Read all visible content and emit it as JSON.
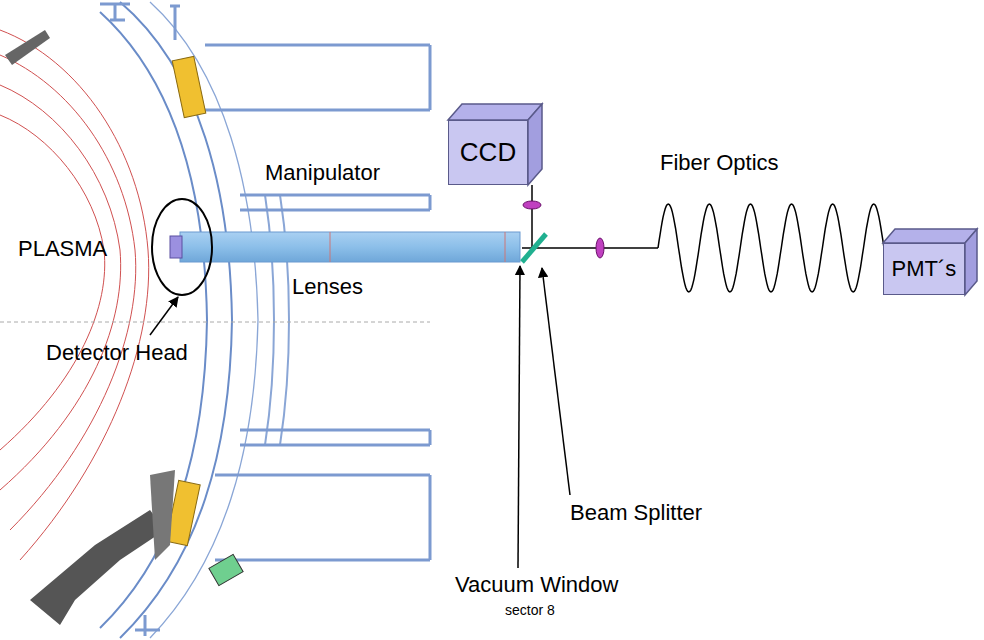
{
  "diagram": {
    "nodes": [
      {
        "text": [
          "CCD"
        ]
      },
      {
        "text": [
          "PMT´s"
        ]
      }
    ],
    "labels": [
      "Fiber Optics",
      "Manipulator",
      "PLASMA",
      "Lenses",
      "Detector Head",
      "Beam Splitter",
      "Vacuum Window",
      "sector 8"
    ]
  }
}
